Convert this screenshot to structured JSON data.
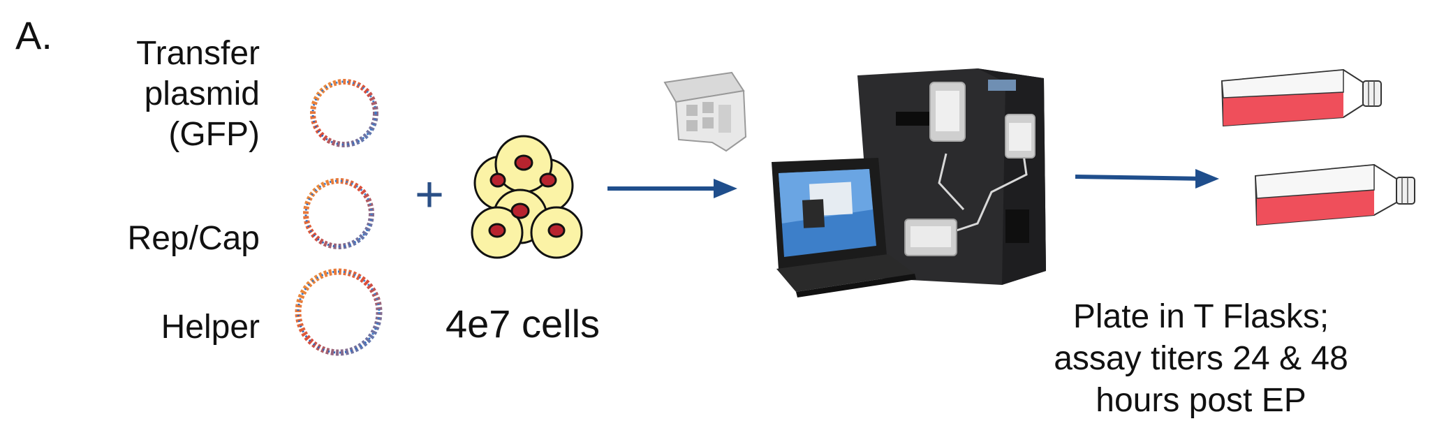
{
  "panel": {
    "letter": "A."
  },
  "plasmids": [
    {
      "label_lines": [
        "Transfer",
        "plasmid",
        "(GFP)"
      ]
    },
    {
      "label_lines": [
        "Rep/Cap"
      ]
    },
    {
      "label_lines": [
        "Helper"
      ]
    }
  ],
  "plus": "+",
  "cells": {
    "label": "4e7 cells"
  },
  "outcome": {
    "lines": [
      "Plate in T Flasks;",
      "assay titers 24 & 48",
      "hours post EP"
    ]
  },
  "colors": {
    "arrow": "#1f4e8c",
    "cell_fill": "#fbf3a6",
    "cell_nucleus": "#b8242f",
    "flask_red": "#ef4f5b",
    "device_body": "#2b2b2d"
  }
}
